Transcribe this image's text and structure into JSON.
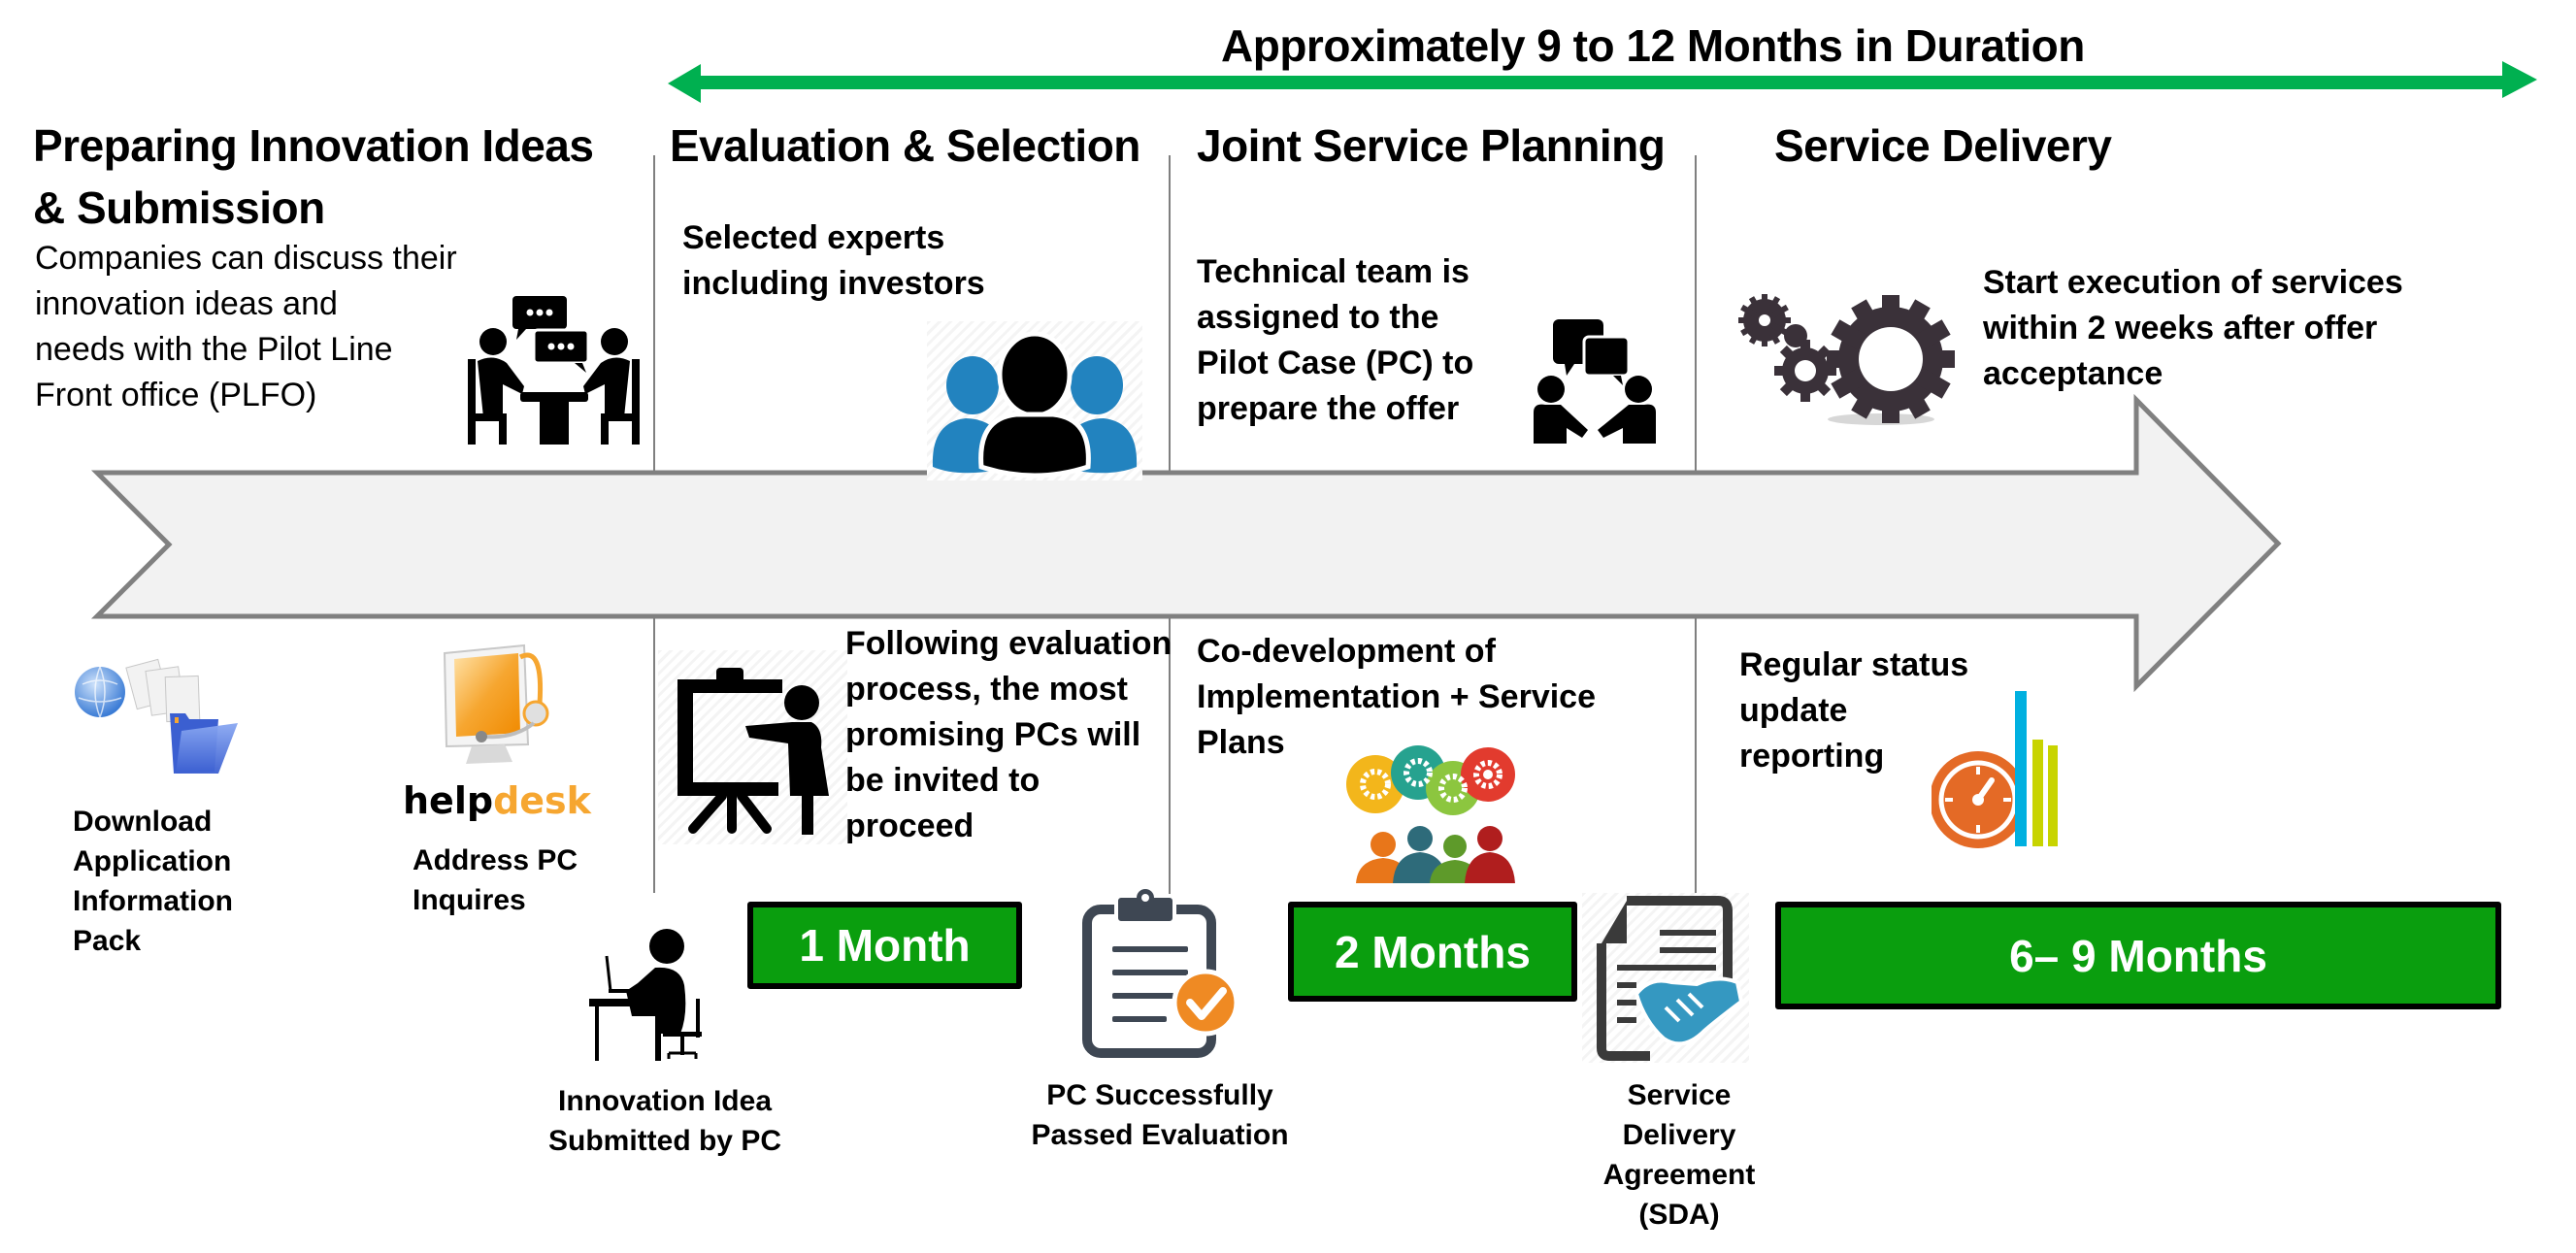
{
  "duration_banner": {
    "title": "Approximately 9 to 12 Months in Duration",
    "arrow_color": "#00b050"
  },
  "colors": {
    "duration_box": "#0a9e0e",
    "timeline_fill": "#f2f2f2",
    "timeline_stroke": "#808080",
    "people_blue": "#2283bf",
    "helpdesk_orange": "#f6a630",
    "check_orange": "#ef8a23",
    "stopwatch_orange": "#e46a26",
    "handshake_blue": "#3598c1"
  },
  "phases": [
    {
      "title_line1": "Preparing Innovation Ideas",
      "title_line2": "& Submission",
      "description": [
        "Companies can discuss their",
        "innovation ideas and",
        "needs with the Pilot Line",
        "Front office (PLFO)"
      ]
    },
    {
      "title": "Evaluation & Selection",
      "top_text": [
        "Selected experts",
        "including investors"
      ],
      "bottom_text": [
        "Following evaluation",
        "process, the most",
        "promising PCs will",
        "be invited to",
        "proceed"
      ]
    },
    {
      "title": "Joint Service Planning",
      "top_text": [
        "Technical team is",
        "assigned to the",
        "Pilot Case (PC) to",
        "prepare the offer"
      ],
      "bottom_text": [
        "Co-development of",
        "Implementation + Service",
        "Plans"
      ]
    },
    {
      "title": "Service Delivery",
      "top_text": [
        "Start execution of services",
        "within 2 weeks after offer",
        "acceptance"
      ],
      "bottom_text": [
        "Regular status",
        "update",
        "reporting"
      ]
    }
  ],
  "steps": [
    {
      "label": [
        "Download",
        "Application",
        "Information",
        "Pack"
      ],
      "icon": "download-folder-icon"
    },
    {
      "brand_part1": "help",
      "brand_part2": "desk",
      "label": [
        "Address PC",
        "Inquires"
      ],
      "icon": "helpdesk-monitor-icon"
    },
    {
      "label": [
        "Innovation Idea",
        "Submitted by PC"
      ],
      "icon": "person-at-laptop-icon"
    },
    {
      "label": [
        "PC Successfully",
        "Passed Evaluation"
      ],
      "icon": "clipboard-check-icon"
    },
    {
      "label": [
        "Service",
        "Delivery",
        "Agreement",
        "(SDA)"
      ],
      "icon": "contract-handshake-icon"
    }
  ],
  "durations": [
    {
      "label": "1 Month"
    },
    {
      "label": "2 Months"
    },
    {
      "label": "6– 9 Months"
    }
  ]
}
